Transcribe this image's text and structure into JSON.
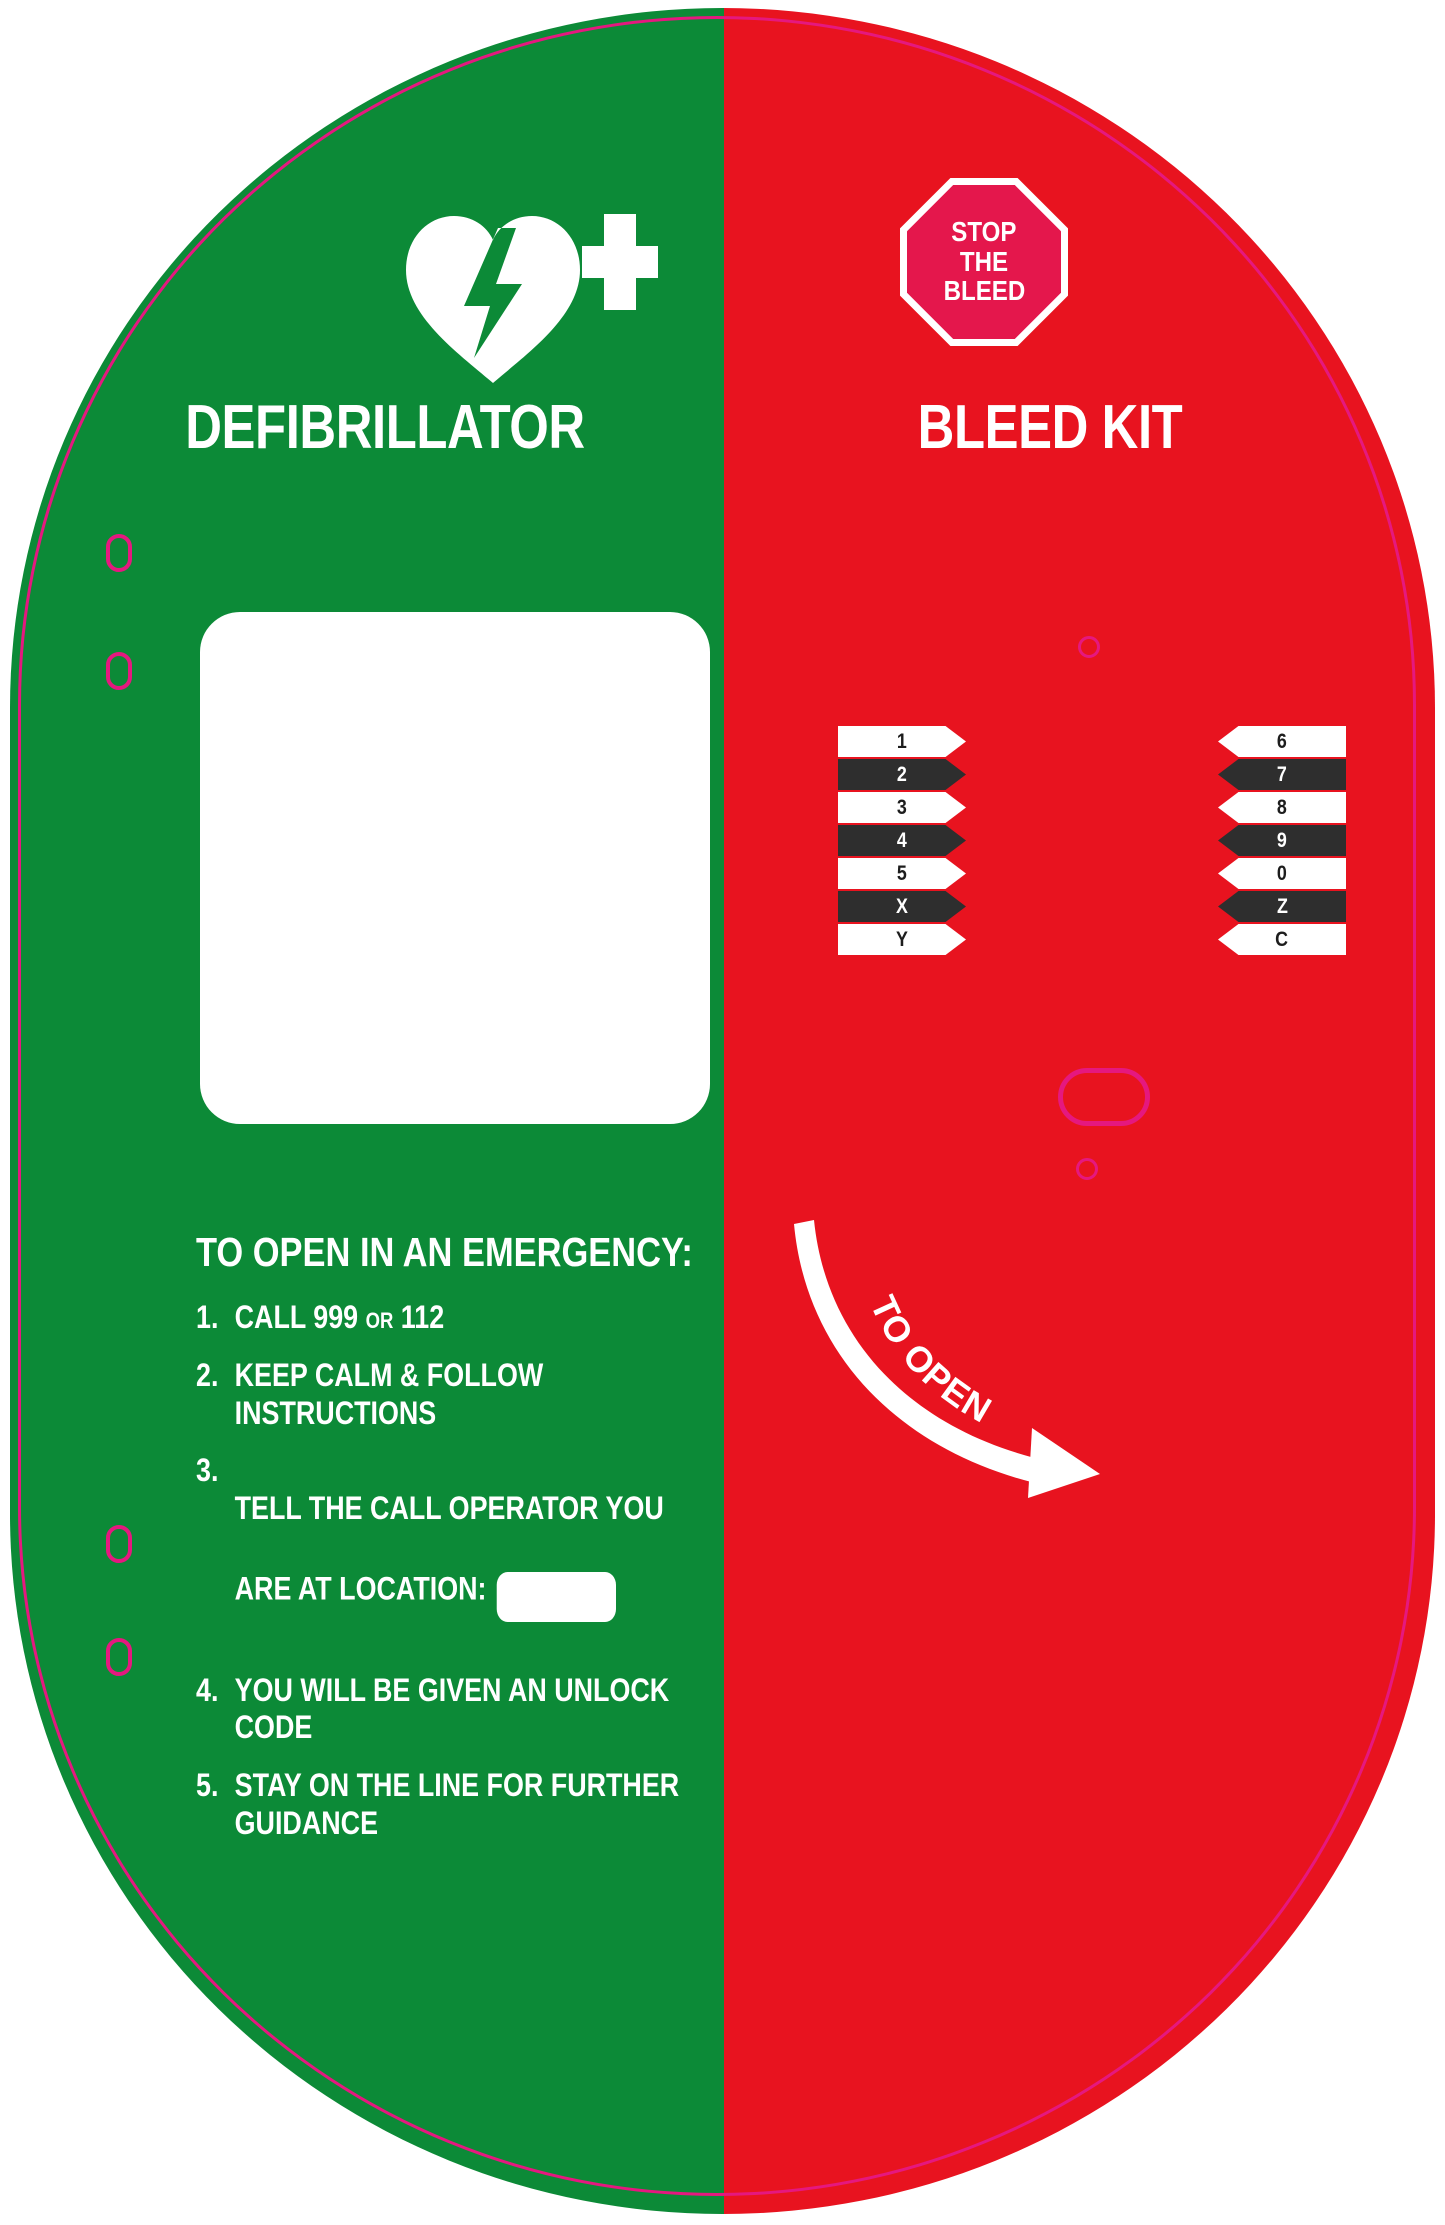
{
  "device": {
    "type": "emergency-cabinet-decal",
    "colors": {
      "green": "#0c8a37",
      "red": "#e8131f",
      "magenta_dieline": "#e5187f",
      "badge_crimson": "#e4174c",
      "key_dark": "#2e2e2e",
      "key_light": "#ffffff",
      "text_white": "#ffffff"
    }
  },
  "left_panel": {
    "title": "DEFIBRILLATOR",
    "logo": {
      "icon": "aed-heart-lightning-icon",
      "cross_icon": "plus-cross-icon"
    },
    "window_label": ""
  },
  "right_panel": {
    "title": "BLEED KIT",
    "badge": {
      "line1": "STOP",
      "line2": "THE",
      "line3": "BLEED",
      "shape": "octagon"
    },
    "to_open_label": "TO OPEN"
  },
  "keypad": {
    "left_column": [
      {
        "label": "1",
        "style": "light"
      },
      {
        "label": "2",
        "style": "dark"
      },
      {
        "label": "3",
        "style": "light"
      },
      {
        "label": "4",
        "style": "dark"
      },
      {
        "label": "5",
        "style": "light"
      },
      {
        "label": "X",
        "style": "dark"
      },
      {
        "label": "Y",
        "style": "light"
      }
    ],
    "right_column": [
      {
        "label": "6",
        "style": "light"
      },
      {
        "label": "7",
        "style": "dark"
      },
      {
        "label": "8",
        "style": "light"
      },
      {
        "label": "9",
        "style": "dark"
      },
      {
        "label": "0",
        "style": "light"
      },
      {
        "label": "Z",
        "style": "dark"
      },
      {
        "label": "C",
        "style": "light"
      }
    ]
  },
  "instructions": {
    "heading": "TO OPEN IN AN EMERGENCY:",
    "steps": [
      {
        "number": "1.",
        "text_main": "CALL 999 ",
        "text_small": "OR",
        "text_tail": " 112"
      },
      {
        "number": "2.",
        "text": "KEEP CALM & FOLLOW INSTRUCTIONS"
      },
      {
        "number": "3.",
        "text_line1": "TELL THE CALL OPERATOR YOU",
        "text_line2": "ARE AT LOCATION:",
        "has_input_box": true,
        "input_value": ""
      },
      {
        "number": "4.",
        "text": "YOU WILL BE GIVEN AN UNLOCK CODE"
      },
      {
        "number": "5.",
        "text": "STAY ON THE LINE FOR FURTHER GUIDANCE"
      }
    ]
  }
}
